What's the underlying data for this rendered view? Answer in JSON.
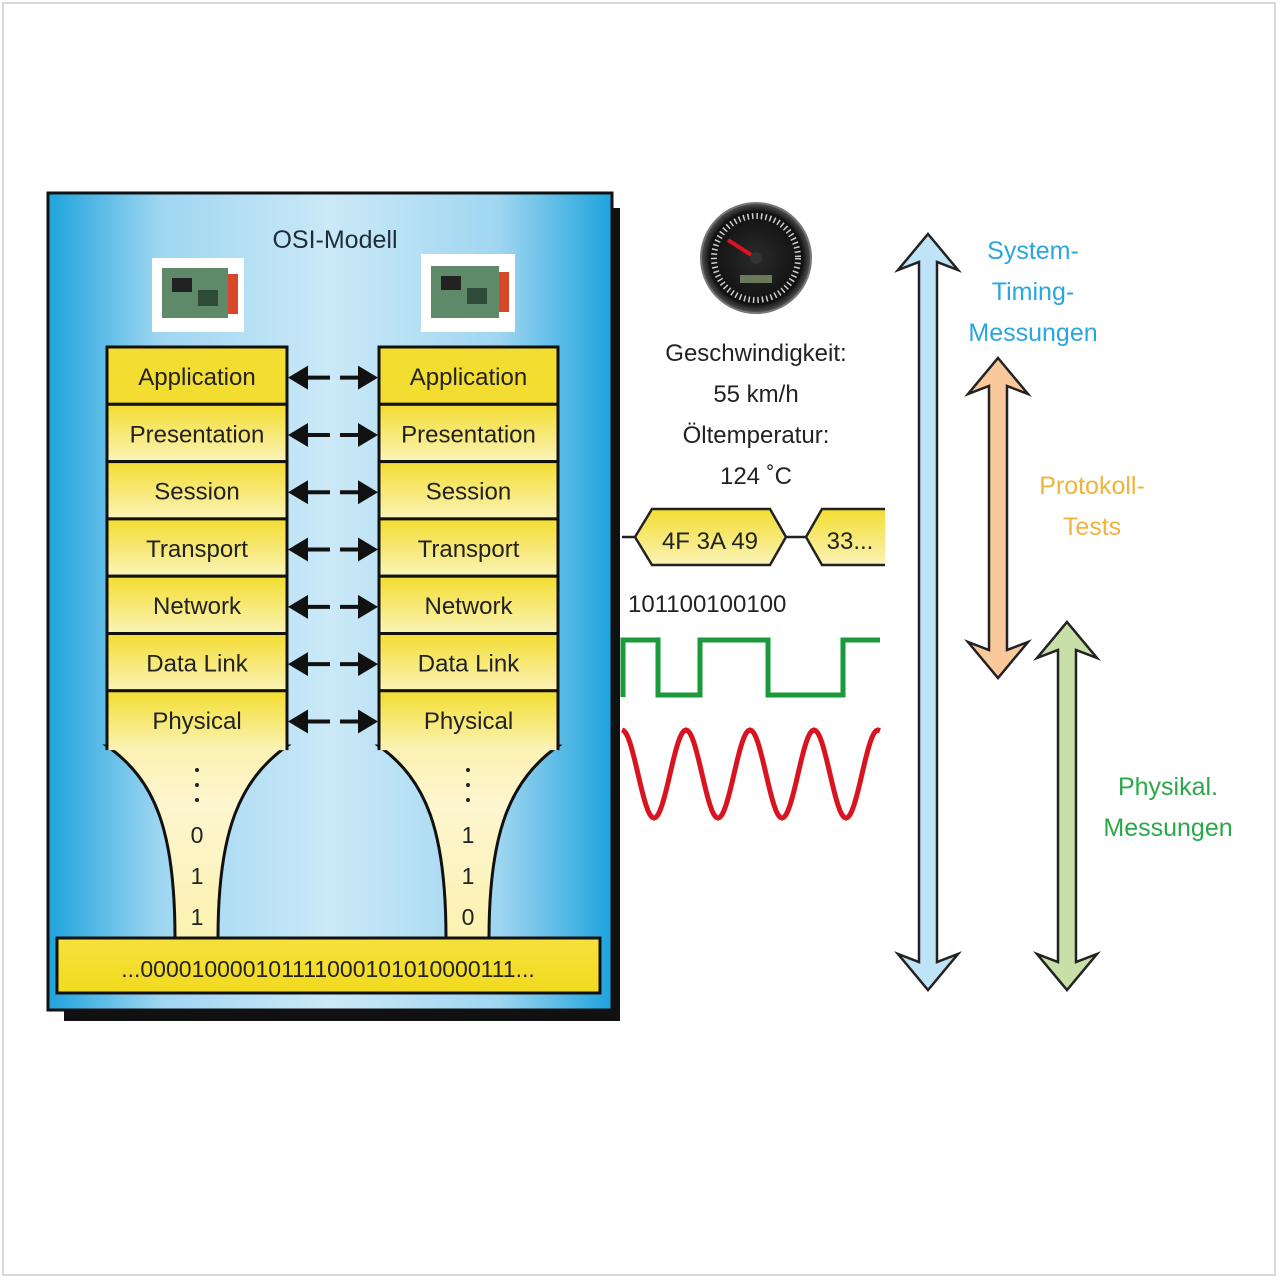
{
  "title": "OSI-Modell",
  "layers": [
    "Application",
    "Presentation",
    "Session",
    "Transport",
    "Network",
    "Data Link",
    "Physical"
  ],
  "left_bits": [
    "0",
    "1",
    "1"
  ],
  "right_bits": [
    "1",
    "1",
    "0"
  ],
  "bitstream": "...000010000101111000101010000111...",
  "measurement": {
    "speed_label": "Geschwindigkeit:",
    "speed_value": "55 km/h",
    "oil_label": "Öltemperatur:",
    "oil_value": "124 ˚C"
  },
  "hex_frames": [
    "4F 3A 49",
    "33..."
  ],
  "binary": "101100100100",
  "arrows": {
    "system": [
      "System-",
      "Timing-",
      "Messungen"
    ],
    "protocol": [
      "Protokoll-",
      "Tests"
    ],
    "physical": [
      "Physikal.",
      "Messungen"
    ]
  },
  "colors": {
    "box_blue": "#1ea3dd",
    "layer_yellow": "#f3df3c",
    "square_wave": "#1a9a3a",
    "sine_wave": "#d9141e",
    "system_arrow": "#bfe3f7",
    "protocol_arrow": "#f9c99c",
    "physical_arrow": "#c8dfa8",
    "system_text": "#2aa6de",
    "protocol_text": "#f0b33c",
    "physical_text": "#2aa84a"
  }
}
